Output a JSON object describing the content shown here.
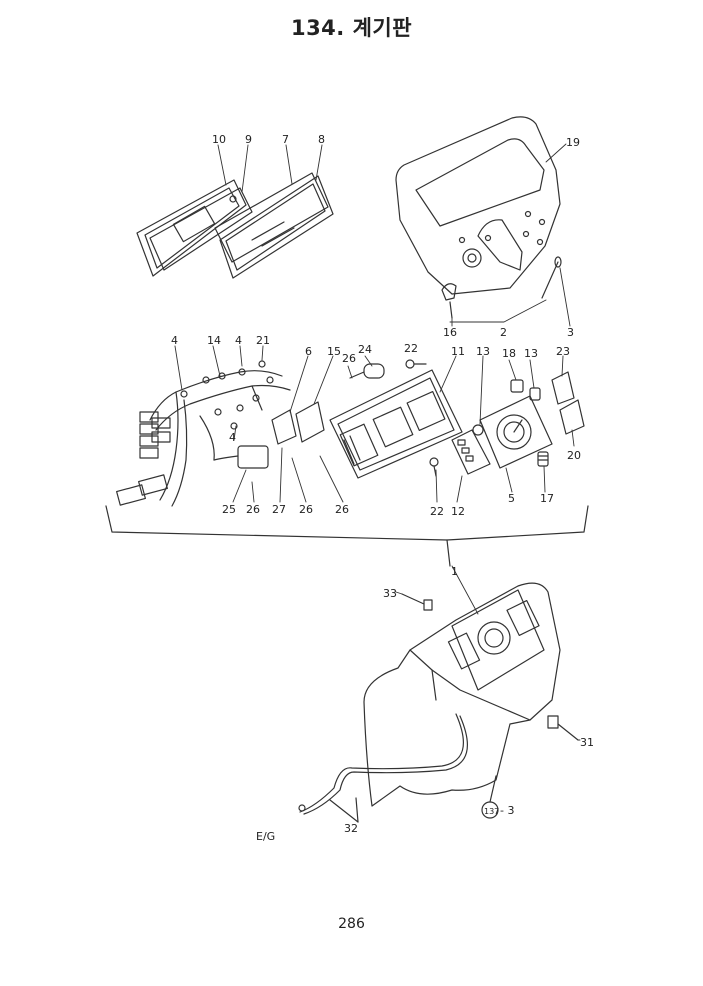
{
  "page": {
    "title": "134. 계기판",
    "page_number": "286"
  },
  "callouts": {
    "c10": "10",
    "c9": "9",
    "c7": "7",
    "c8": "8",
    "c19": "19",
    "c16": "16",
    "c2": "2",
    "c3": "3",
    "c4a": "4",
    "c14": "14",
    "c4b": "4",
    "c21": "21",
    "c6": "6",
    "c15": "15",
    "c26a": "26",
    "c24": "24",
    "c22a": "22",
    "c11": "11",
    "c13a": "13",
    "c18": "18",
    "c13b": "13",
    "c23": "23",
    "c4c": "4",
    "c20": "20",
    "c25": "25",
    "c26b": "26",
    "c27": "27",
    "c26c": "26",
    "c26d": "26",
    "c22b": "22",
    "c12": "12",
    "c5": "5",
    "c17": "17",
    "c1": "1",
    "c33": "33",
    "c31": "31",
    "c137": "137",
    "c3b": "- 3",
    "c32": "32",
    "ceg": "E/G"
  }
}
